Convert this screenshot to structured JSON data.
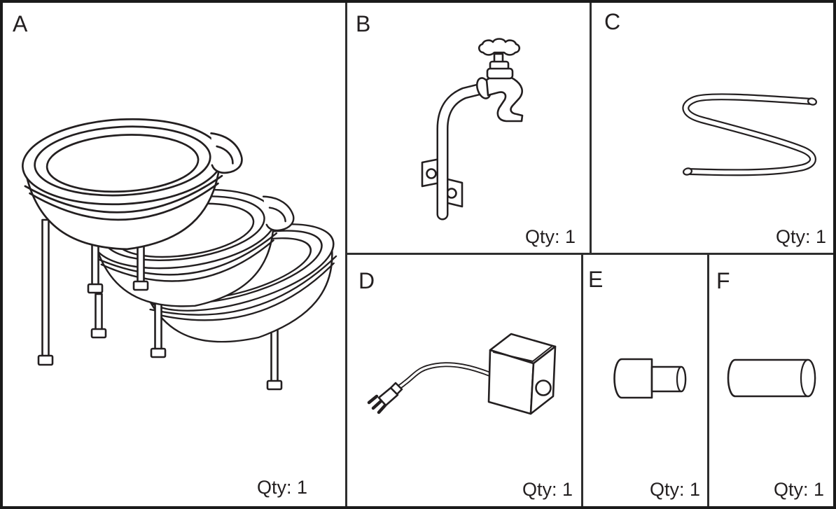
{
  "page": {
    "background": "#ffffff",
    "ink_color": "#231f20",
    "border_color": "#1a1a1a",
    "divider_color": "#2e2e2e"
  },
  "panels": [
    {
      "id": "A",
      "label": "A",
      "qty": "Qty: 1",
      "illustration": "three-tier-basin-stand-icon"
    },
    {
      "id": "B",
      "label": "B",
      "qty": "Qty: 1",
      "illustration": "faucet-spout-with-bracket-icon"
    },
    {
      "id": "C",
      "label": "C",
      "qty": "Qty: 1",
      "illustration": "flexible-tubing-icon"
    },
    {
      "id": "D",
      "label": "D",
      "qty": "Qty: 1",
      "illustration": "transformer-with-power-cord-icon"
    },
    {
      "id": "E",
      "label": "E",
      "qty": "Qty: 1",
      "illustration": "tubing-adapter-icon"
    },
    {
      "id": "F",
      "label": "F",
      "qty": "Qty: 1",
      "illustration": "tubing-coupler-icon"
    }
  ]
}
